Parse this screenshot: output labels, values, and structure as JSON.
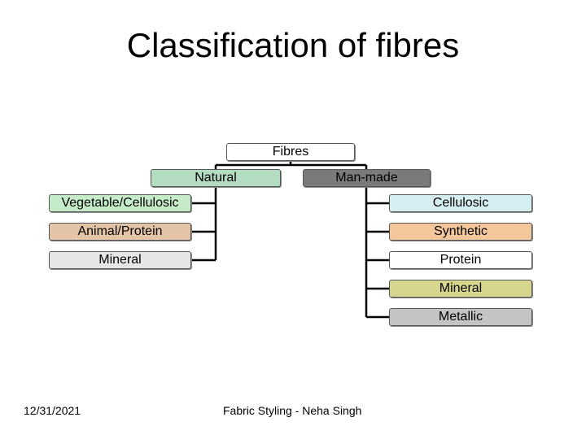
{
  "slide": {
    "title": "Classification of fibres",
    "date": "12/31/2021",
    "footer": "Fabric Styling - Neha Singh"
  },
  "diagram": {
    "root": {
      "label": "Fibres",
      "color": "#ffffff"
    },
    "natural": {
      "label": "Natural",
      "color": "#b3dcc1",
      "children": [
        {
          "label": "Vegetable/Cellulosic",
          "color": "#c6ebc9"
        },
        {
          "label": "Animal/Protein",
          "color": "#e3c4a6"
        },
        {
          "label": "Mineral",
          "color": "#e6e6e6"
        }
      ]
    },
    "man_made": {
      "label": "Man-made",
      "color": "#7a7a7a",
      "children": [
        {
          "label": "Cellulosic",
          "color": "#d6eef2"
        },
        {
          "label": "Synthetic",
          "color": "#f3c79b"
        },
        {
          "label": "Protein",
          "color": "#ffffff"
        },
        {
          "label": "Mineral",
          "color": "#d7d68f"
        },
        {
          "label": "Metallic",
          "color": "#c4c4c4"
        }
      ]
    }
  }
}
